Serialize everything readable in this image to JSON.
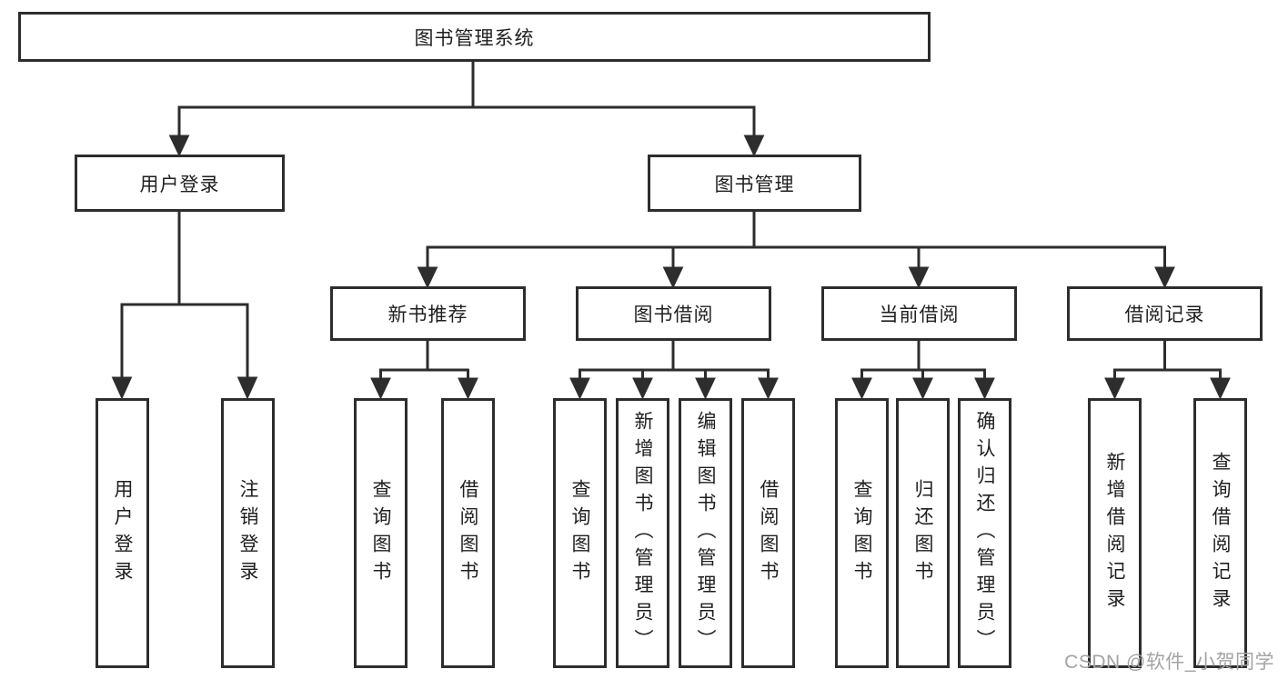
{
  "page": {
    "background_color": "#ffffff",
    "line_color": "#2d2d2d",
    "text_color": "#1f1f1f",
    "watermark_color": "#a3a3a3"
  },
  "tree": {
    "root": "图书管理系统",
    "user_login": {
      "label": "用户登录",
      "children": [
        "用户登录",
        "注销登录"
      ]
    },
    "book_mgmt": {
      "label": "图书管理",
      "children": [
        {
          "label": "新书推荐",
          "children": [
            "查询图书",
            "借阅图书"
          ]
        },
        {
          "label": "图书借阅",
          "children": [
            "查询图书",
            "新增图书（管理员）",
            "编辑图书（管理员）",
            "借阅图书"
          ]
        },
        {
          "label": "当前借阅",
          "children": [
            "查询图书",
            "归还图书",
            "确认归还（管理员）"
          ]
        },
        {
          "label": "借阅记录",
          "children": [
            "新增借阅记录",
            "查询借阅记录"
          ]
        }
      ]
    }
  },
  "watermark": "CSDN @软件_小贺同学"
}
